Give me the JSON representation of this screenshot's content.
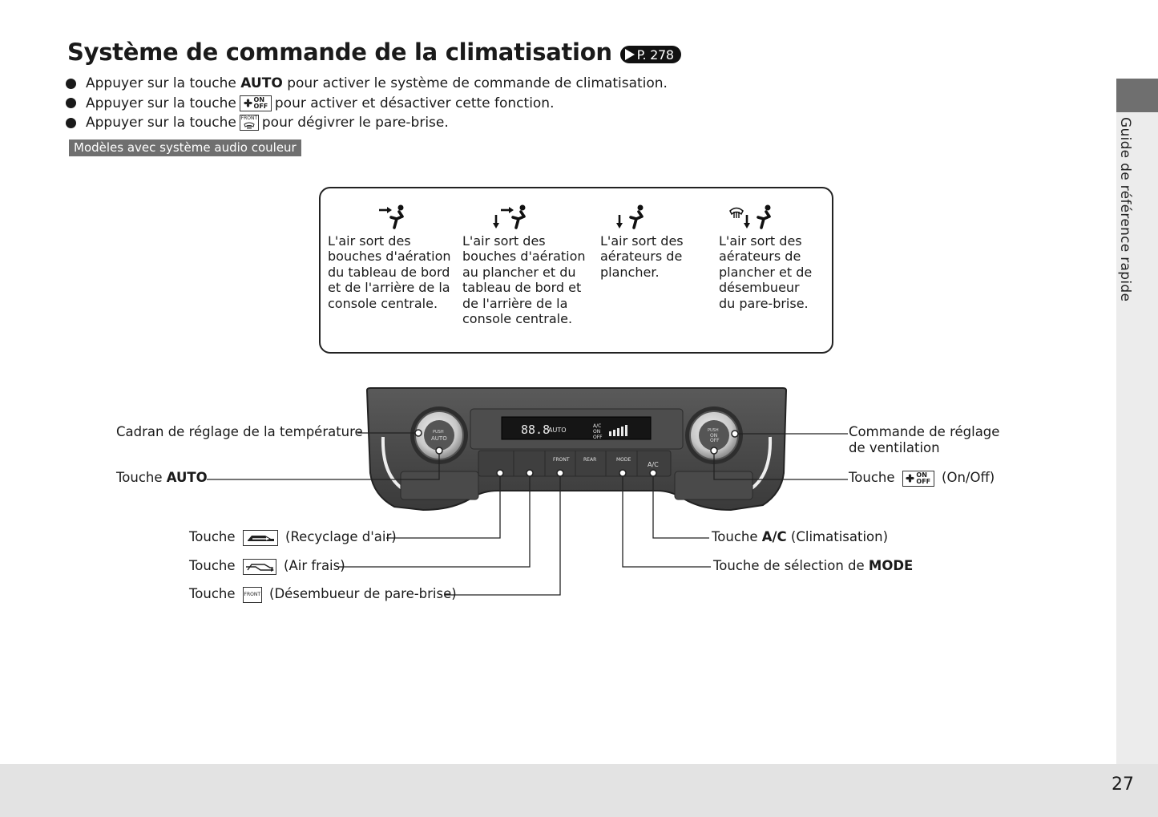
{
  "title": "Système de commande de la climatisation",
  "page_ref": "P. 278",
  "bullets": [
    {
      "pre": "Appuyer sur la touche",
      "key": "AUTO",
      "post": "pour activer le système de commande de climatisation."
    },
    {
      "pre": "Appuyer sur la touche",
      "key_icon": "fan-on-off-icon",
      "post": "pour activer et désactiver cette fonction."
    },
    {
      "pre": "Appuyer sur la touche",
      "key_icon": "front-defrost-icon",
      "post": "pour dégivrer le pare-brise."
    }
  ],
  "section_tag": "Modèles avec système audio couleur",
  "side_tab": "Guide de référence rapide",
  "vent_modes": [
    {
      "icon": "dash-vent-mode-icon",
      "text": "L'air sort des\nbouches d'aération\ndu tableau de bord\net de l'arrière de la\nconsole centrale."
    },
    {
      "icon": "dash-floor-vent-mode-icon",
      "text": "L'air sort des\nbouches d'aération\nau plancher et du\ntableau de bord et\nde l'arrière de la\nconsole centrale."
    },
    {
      "icon": "floor-vent-mode-icon",
      "text": "L'air sort des\naérateurs de\nplancher."
    },
    {
      "icon": "floor-defrost-mode-icon",
      "text": "L'air sort des\naérateurs de\nplancher et de\ndésembueur\ndu pare-brise."
    }
  ],
  "panel": {
    "knob_left_labels": [
      "PUSH",
      "AUTO"
    ],
    "knob_right_labels": [
      "PUSH",
      "ON",
      "OFF"
    ],
    "display": {
      "temp": "88.8",
      "auto": "AUTO",
      "ac": "A/C",
      "on": "ON",
      "off": "OFF"
    },
    "buttons": [
      "",
      "",
      "FRONT",
      "REAR",
      "MODE",
      "A/C"
    ]
  },
  "callouts": {
    "temp_dial": "Cadran de réglage de la température",
    "auto_pre": "Touche",
    "auto_key": "AUTO",
    "recirc_pre": "Touche",
    "recirc_post": "(Recyclage d'air)",
    "fresh_pre": "Touche",
    "fresh_post": "(Air frais)",
    "defrost_pre": "Touche",
    "defrost_post": "(Désembueur de pare-brise)",
    "fan_dial_line1": "Commande de réglage",
    "fan_dial_line2": "de ventilation",
    "onoff_pre": "Touche",
    "onoff_post": "(On/Off)",
    "ac_pre": "Touche",
    "ac_key": "A/C",
    "ac_post": "(Climatisation)",
    "mode_pre": "Touche de sélection de",
    "mode_key": "MODE"
  },
  "icon_text": {
    "on": "ON",
    "off": "OFF",
    "front": "FRONT"
  },
  "page_number": "27"
}
